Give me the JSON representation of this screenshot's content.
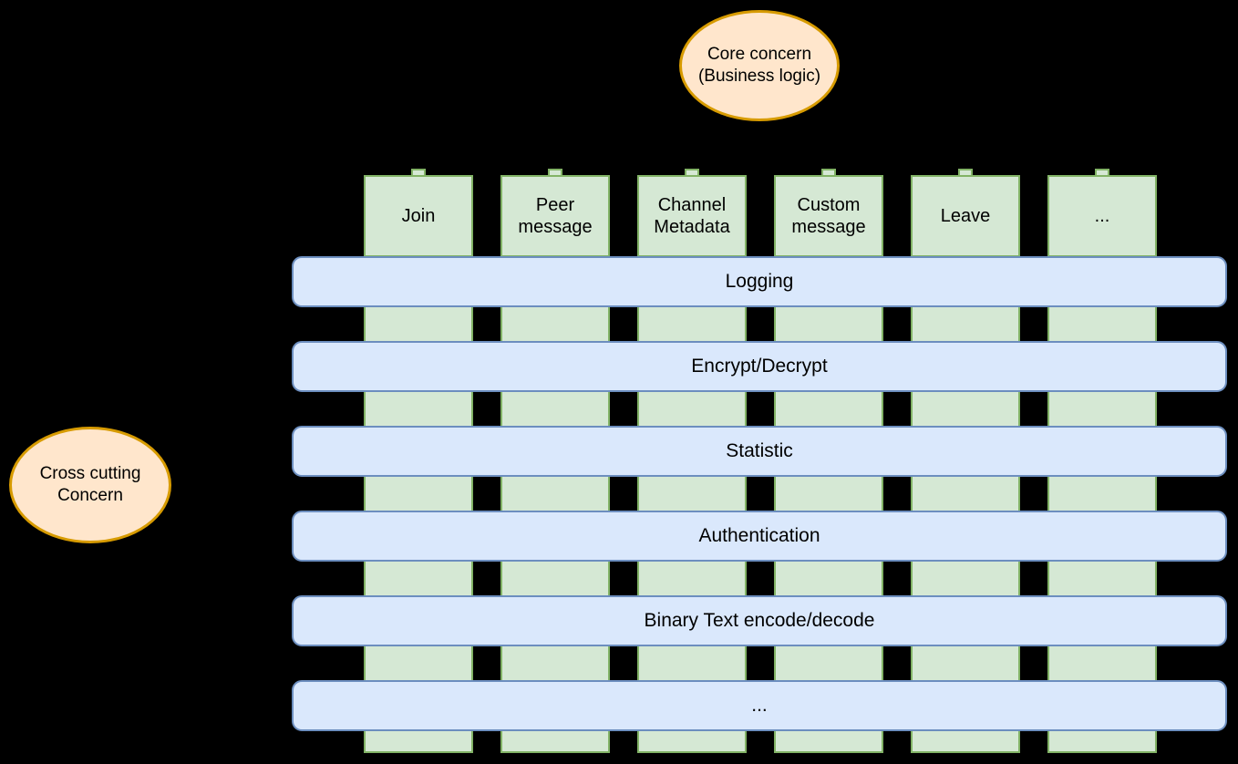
{
  "diagram": {
    "title": "Cross-cutting concerns weaving diagram",
    "colors": {
      "ellipse_fill": "#ffe6cc",
      "ellipse_stroke": "#d79b00",
      "column_fill": "#d5e8d4",
      "column_stroke": "#82b366",
      "bar_fill": "#dae8fc",
      "bar_stroke": "#6c8ebf",
      "background": "#000000",
      "text": "#000000"
    },
    "annotations": [
      {
        "id": "core-concern",
        "label": "Core concern\n(Business logic)"
      },
      {
        "id": "cross-cutting",
        "label": "Cross cutting\nConcern"
      }
    ],
    "core_concerns": [
      {
        "label": "Join"
      },
      {
        "label": "Peer\nmessage"
      },
      {
        "label": "Channel\nMetadata"
      },
      {
        "label": "Custom\nmessage"
      },
      {
        "label": "Leave"
      },
      {
        "label": "..."
      }
    ],
    "cross_cutting_concerns": [
      {
        "label": "Logging"
      },
      {
        "label": "Encrypt/Decrypt"
      },
      {
        "label": "Statistic"
      },
      {
        "label": "Authentication"
      },
      {
        "label": "Binary Text encode/decode"
      },
      {
        "label": "..."
      }
    ]
  }
}
